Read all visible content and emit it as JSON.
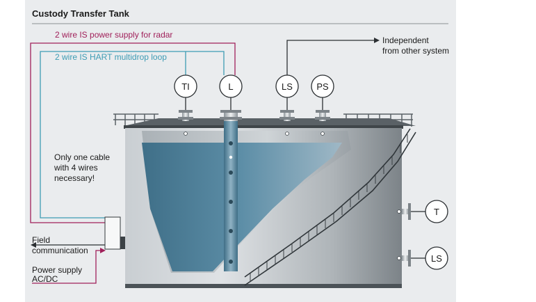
{
  "title": "Custody Transfer Tank",
  "labels": {
    "power_supply_radar": "2 wire IS power supply for radar",
    "hart_loop": "2 wire IS HART multidrop loop",
    "independent_line1": "Independent",
    "independent_line2": "from other system",
    "cable_note_line1": "Only one cable",
    "cable_note_line2": "with 4 wires",
    "cable_note_line3": "necessary!",
    "field_comm_line1": "Field",
    "field_comm_line2": "communication",
    "power_ac_line1": "Power supply",
    "power_ac_line2": "AC/DC"
  },
  "instruments": {
    "ti": "TI",
    "l": "L",
    "ls_top": "LS",
    "ps": "PS",
    "t": "T",
    "ls_side": "LS"
  },
  "colors": {
    "panel_bg": "#eaecee",
    "power_wire": "#a0205a",
    "hart_wire": "#3e9cb4",
    "liquid": "#4f7f98",
    "tank_light": "#d6dadd",
    "tank_dark": "#6d7479"
  }
}
